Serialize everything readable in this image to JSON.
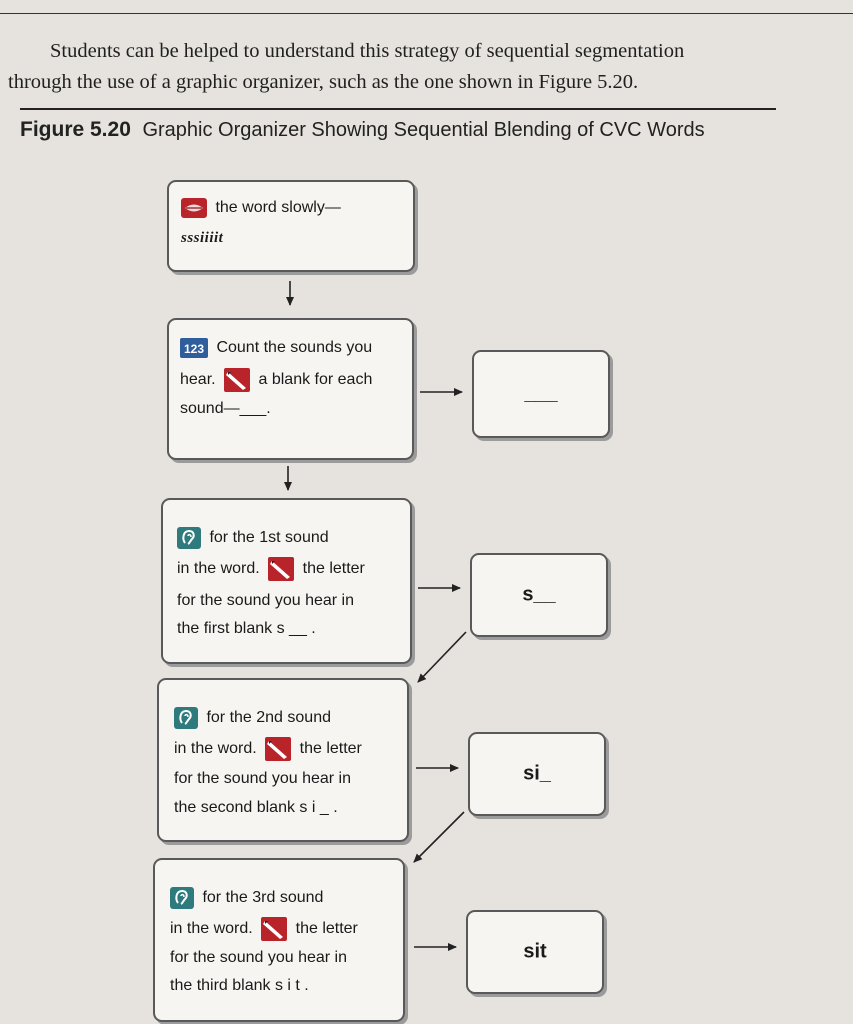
{
  "intro": {
    "line1": "Students can be helped to understand this strategy of sequential segmentation",
    "line2": "through the use of a graphic organizer, such as the one shown in Figure 5.20."
  },
  "figure": {
    "number": "Figure 5.20",
    "title": "Graphic Organizer Showing Sequential Blending of CVC Words"
  },
  "steps": [
    {
      "line1": "the word slowly—",
      "line2": "sssiiiit"
    },
    {
      "line1": "Count the sounds you",
      "line2a": "hear.",
      "line2b": "a blank for each",
      "line3": "sound—___."
    },
    {
      "line1": "for the 1st sound",
      "line2a": "in the word.",
      "line2b": "the letter",
      "line3": "for the sound you hear in",
      "line4": "the first blank s __ ."
    },
    {
      "line1": "for the 2nd sound",
      "line2a": "in the word.",
      "line2b": "the letter",
      "line3": "for the sound you hear in",
      "line4": "the second blank s i _ ."
    },
    {
      "line1": "for the 3rd sound",
      "line2a": "in the word.",
      "line2b": "the letter",
      "line3": "for the sound you hear in",
      "line4": "the third blank s i t ."
    }
  ],
  "results": [
    "___",
    "s__",
    "si_",
    "sit"
  ],
  "icon_names": [
    "mouth-icon",
    "numbers-123-icon",
    "pencil-icon",
    "ear-icon"
  ],
  "colors": {
    "icon_red": "#b8242a",
    "icon_blue": "#2f5e9c",
    "icon_teal": "#2e7a7c",
    "border": "#595959"
  }
}
